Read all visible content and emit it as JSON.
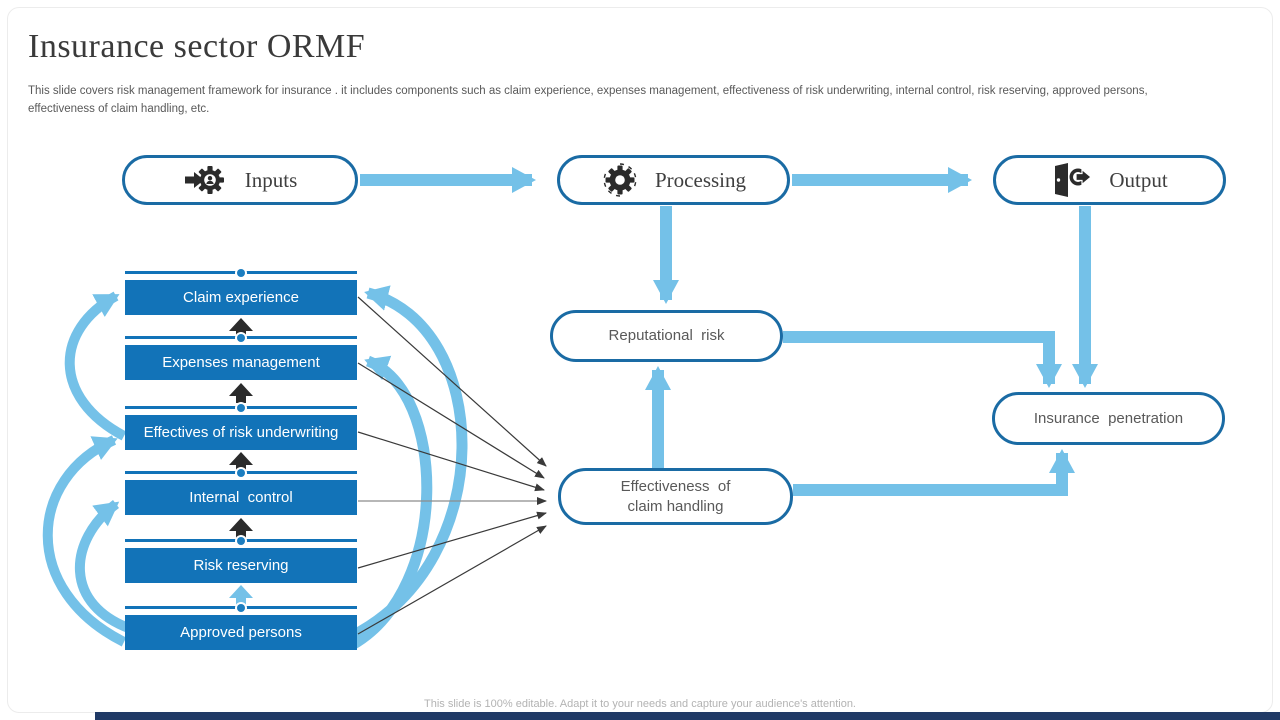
{
  "slide": {
    "title": "Insurance sector ORMF",
    "subtitle": "This slide covers risk management framework for insurance . it includes components such as claim experience, expenses management, effectiveness of risk underwriting, internal control, risk reserving, approved persons, effectiveness of claim handling, etc.",
    "footer": "This slide is 100% editable. Adapt it to your needs and capture your audience's attention."
  },
  "colors": {
    "component_blue": "#1273b8",
    "pill_border_blue": "#1a6ba4",
    "flow_arrow_light_blue": "#74c1e8",
    "step_arrow_black": "#2b2b2b",
    "accent_bar_navy": "#203a66"
  },
  "stages": [
    {
      "label": "Inputs",
      "icon": "gear-person-arrow-icon"
    },
    {
      "label": "Processing",
      "icon": "gear-sync-icon"
    },
    {
      "label": "Output",
      "icon": "door-exit-arrow-icon"
    }
  ],
  "components": [
    "Claim experience",
    "Expenses management",
    "Effectives of risk underwriting",
    "Internal  control",
    "Risk reserving",
    "Approved persons"
  ],
  "nodes": {
    "reputational_risk": "Reputational  risk",
    "effectiveness_claim_handling": "Effectiveness  of\nclaim handling",
    "insurance_penetration": "Insurance  penetration"
  }
}
